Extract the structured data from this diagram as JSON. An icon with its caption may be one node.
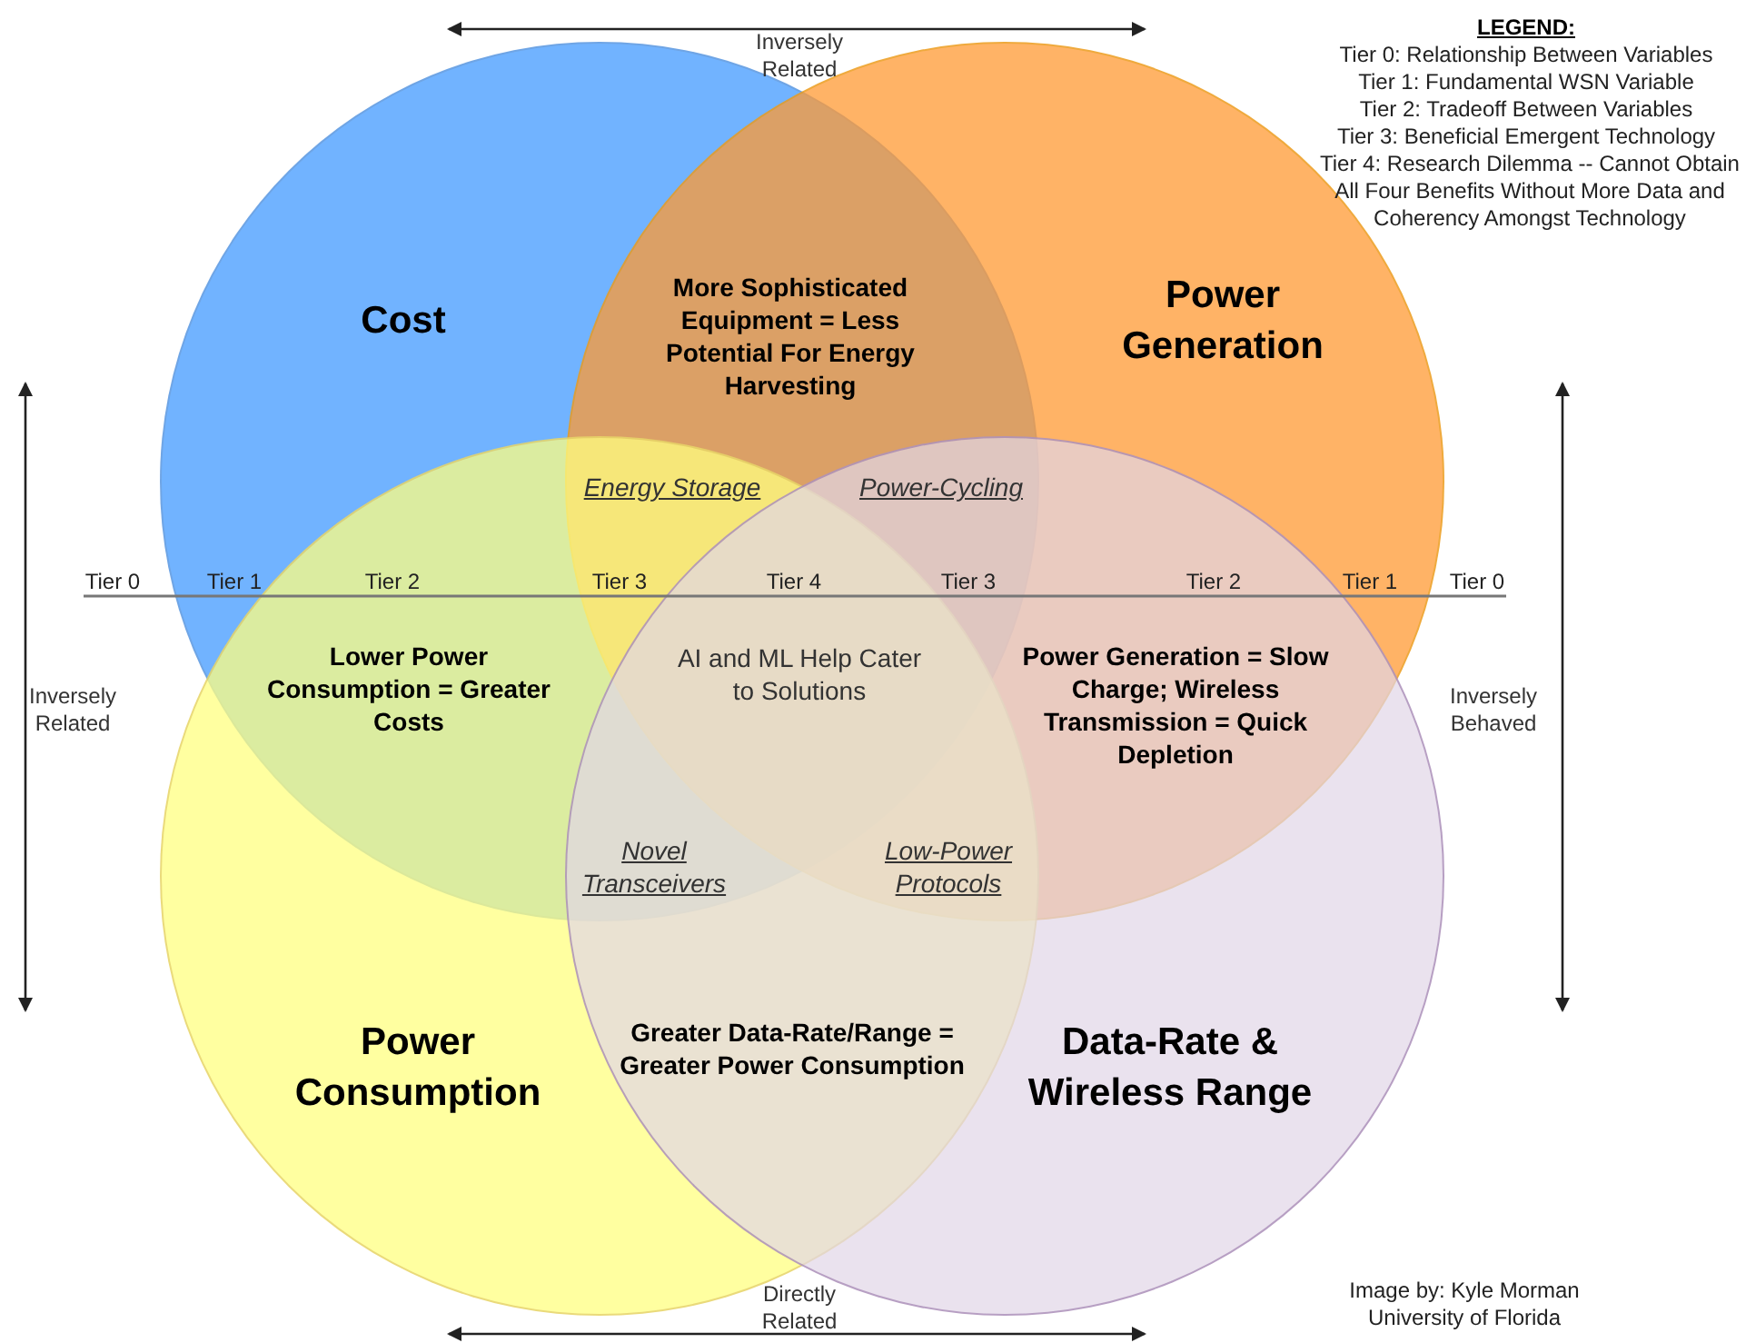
{
  "diagram": {
    "nodes": [
      {
        "text": [
          "Cost"
        ]
      },
      {
        "text": [
          "Power Generation"
        ]
      },
      {
        "text": [
          "Power Consumption"
        ]
      },
      {
        "text": [
          "Data-Rate & Wireless Range"
        ]
      }
    ],
    "edges": [
      {
        "from": 0,
        "to": 1,
        "arrow": "both",
        "label": "Inversely Related"
      },
      {
        "from": 0,
        "to": 2,
        "arrow": "both",
        "label": "Inversely Related"
      },
      {
        "from": 1,
        "to": 3,
        "arrow": "both",
        "label": "Inversely Behaved"
      },
      {
        "from": 2,
        "to": 3,
        "arrow": "both",
        "label": "Directly Related"
      }
    ],
    "labels": [
      "LEGEND:",
      "Tier 0: Relationship Between Variables",
      "Tier 1: Fundamental WSN Variable",
      "Tier 2: Tradeoff Between Variables",
      "Tier 3: Beneficial Emergent Technology",
      "Tier 4: Research Dilemma -- Cannot Obtain All Four Benefits Without More Data and Coherency Amongst Technology",
      "More Sophisticated Equipment = Less Potential For Energy Harvesting",
      "Energy Storage",
      "Power-Cycling",
      "Tier 0",
      "Tier 1",
      "Tier 2",
      "Tier 3",
      "Tier 4",
      "Tier 3",
      "Tier 2",
      "Tier 1",
      "Tier 0",
      "Lower Power Consumption = Greater Costs",
      "AI and ML Help Cater to Solutions",
      "Power Generation = Slow Charge; Wireless Transmission = Quick Depletion",
      "Novel Transceivers",
      "Low-Power Protocols",
      "Greater Data-Rate/Range = Greater Power Consumption",
      "Image by: Kyle Morman University of Florida"
    ]
  }
}
